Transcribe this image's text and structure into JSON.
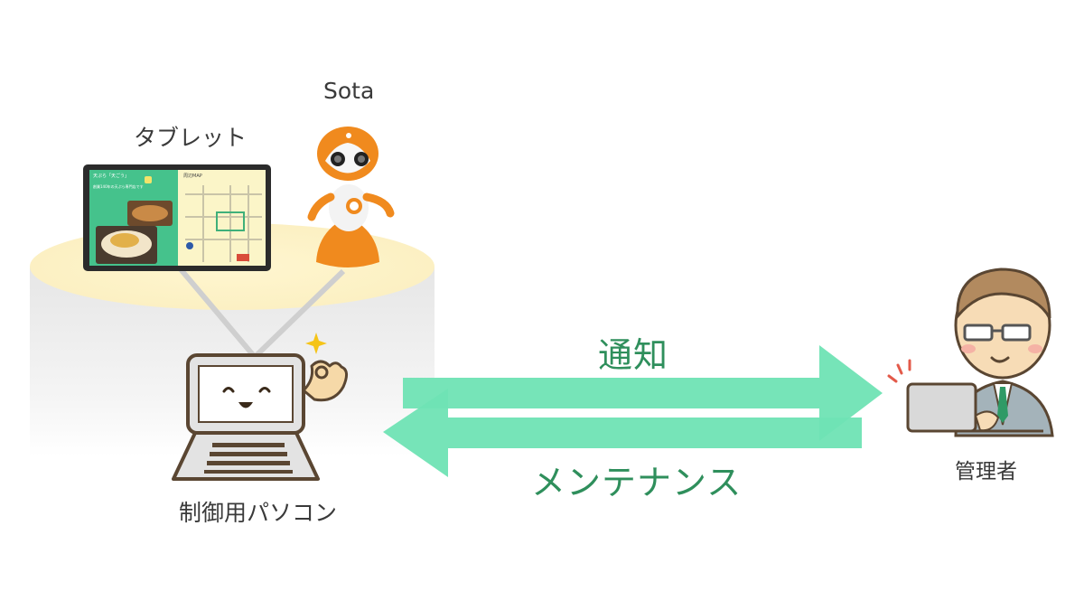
{
  "labels": {
    "sota": "Sota",
    "tablet": "タブレット",
    "control_pc": "制御用パソコン",
    "admin": "管理者",
    "notify": "通知",
    "maintenance": "メンテナンス"
  },
  "tablet_screen": {
    "left_title": "天ぷら「天ごう」",
    "left_text": "創業140年の天ぷら専門店です",
    "right_title": "周辺MAP"
  },
  "colors": {
    "arrow": "#6fe3b4",
    "label_green": "#2f8f5c",
    "platform_top": "#fbf2c7",
    "platform_side": "#efefef",
    "sota_orange": "#f08a1e",
    "tablet_green": "#45c28c"
  }
}
